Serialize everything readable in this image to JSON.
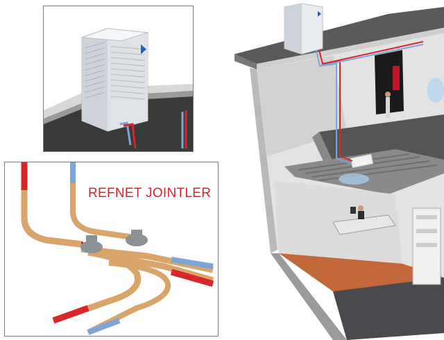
{
  "refnet_panel": {
    "title": "REFNET JOINTLER"
  },
  "colors": {
    "pipe_red": "#d8262b",
    "pipe_blue": "#7fa4d8",
    "copper": "#d9a56a",
    "joint_gray": "#8c9196",
    "unit_body": "#e9ecef",
    "brand_blue": "#1f63b0"
  },
  "icons": [
    "outdoor-vrv-unit-illustration",
    "refnet-joint-illustration",
    "building-cutaway-illustration"
  ]
}
